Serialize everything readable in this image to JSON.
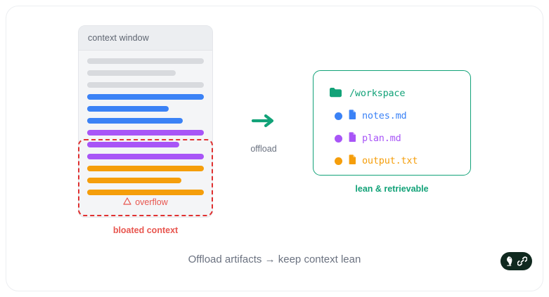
{
  "context_panel": {
    "title": "context window",
    "bars": [
      {
        "color": "#d8dade",
        "width_pct": 100
      },
      {
        "color": "#d8dade",
        "width_pct": 76
      },
      {
        "color": "#d8dade",
        "width_pct": 100
      },
      {
        "color": "#3b82f6",
        "width_pct": 100
      },
      {
        "color": "#3b82f6",
        "width_pct": 70
      },
      {
        "color": "#3b82f6",
        "width_pct": 82
      },
      {
        "color": "#a855f7",
        "width_pct": 100
      },
      {
        "color": "#a855f7",
        "width_pct": 79
      },
      {
        "color": "#a855f7",
        "width_pct": 100
      },
      {
        "color": "#f59e0b",
        "width_pct": 100
      },
      {
        "color": "#f59e0b",
        "width_pct": 81
      },
      {
        "color": "#f59e0b",
        "width_pct": 100
      }
    ],
    "overflow_label": "overflow",
    "overflow_icon": "warning-triangle-icon",
    "caption": "bloated context",
    "danger_color": "#e8564f",
    "dashed_border_color": "#e03131"
  },
  "transition": {
    "arrow_icon": "arrow-right-icon",
    "label": "offload",
    "accent_color": "#12a278"
  },
  "workspace_panel": {
    "folder": {
      "name": "/workspace",
      "icon": "folder-icon",
      "color": "#12a278"
    },
    "files": [
      {
        "name": "notes.md",
        "icon": "file-icon",
        "color": "#3b82f6"
      },
      {
        "name": "plan.md",
        "icon": "file-icon",
        "color": "#a855f7"
      },
      {
        "name": "output.txt",
        "icon": "file-icon",
        "color": "#f59e0b"
      }
    ],
    "caption": "lean & retrievable",
    "border_color": "#12a278"
  },
  "footer": {
    "caption": "Offload artifacts → keep context lean"
  },
  "badge": {
    "bird_icon": "bird-icon",
    "link_icon": "link-icon",
    "background_color": "#10291f"
  }
}
